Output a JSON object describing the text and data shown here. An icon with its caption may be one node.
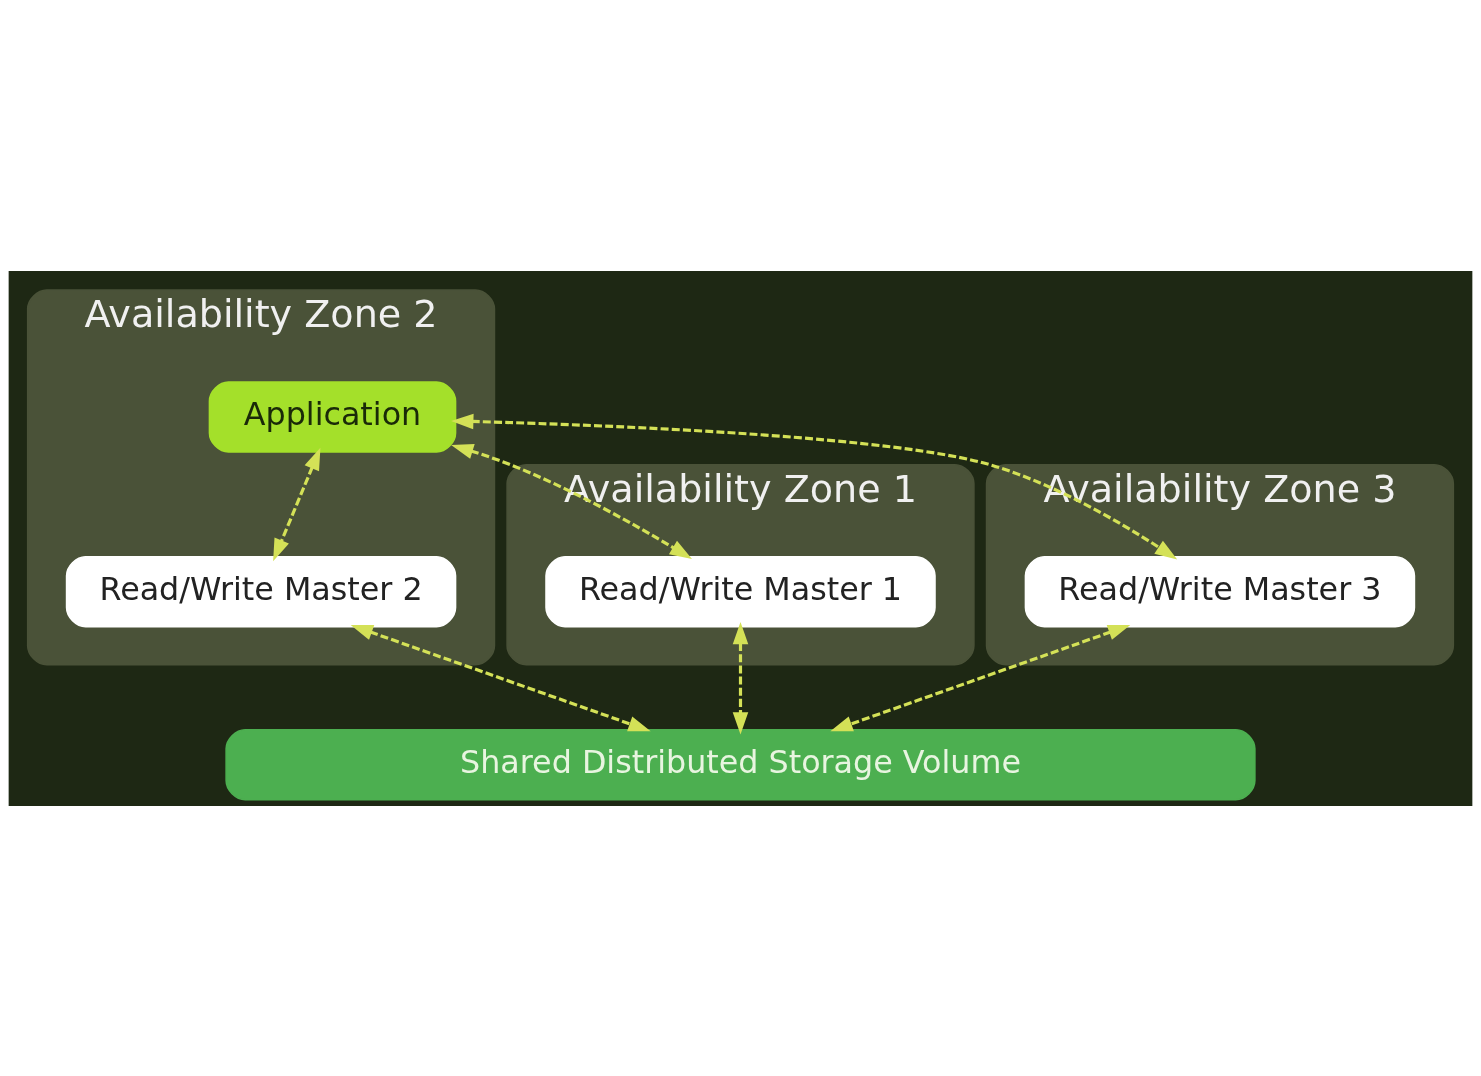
{
  "diagram": {
    "nodes": [
      {
        "text": [
          "Availability Zone 1"
        ]
      },
      {
        "text": [
          "Read/Write Master 1"
        ],
        "in": 0
      },
      {
        "text": [
          "Availability Zone 2"
        ]
      },
      {
        "text": [
          "Application"
        ],
        "in": 2
      },
      {
        "text": [
          "Read/Write Master 2"
        ],
        "in": 2
      },
      {
        "text": [
          "Availability Zone 3"
        ]
      },
      {
        "text": [
          "Read/Write Master 3"
        ],
        "in": 5
      },
      {
        "text": [
          "Shared Distributed Storage Volume"
        ]
      }
    ],
    "edges": [
      {
        "from": 3,
        "to": 1,
        "arrow": "both",
        "style": "dashed"
      },
      {
        "from": 3,
        "to": 4,
        "arrow": "both",
        "style": "dashed"
      },
      {
        "from": 3,
        "to": 6,
        "arrow": "both",
        "style": "dashed"
      },
      {
        "from": 1,
        "to": 7,
        "arrow": "both",
        "style": "dashed"
      },
      {
        "from": 4,
        "to": 7,
        "arrow": "both",
        "style": "dashed"
      },
      {
        "from": 6,
        "to": 7,
        "arrow": "both",
        "style": "dashed"
      }
    ]
  }
}
